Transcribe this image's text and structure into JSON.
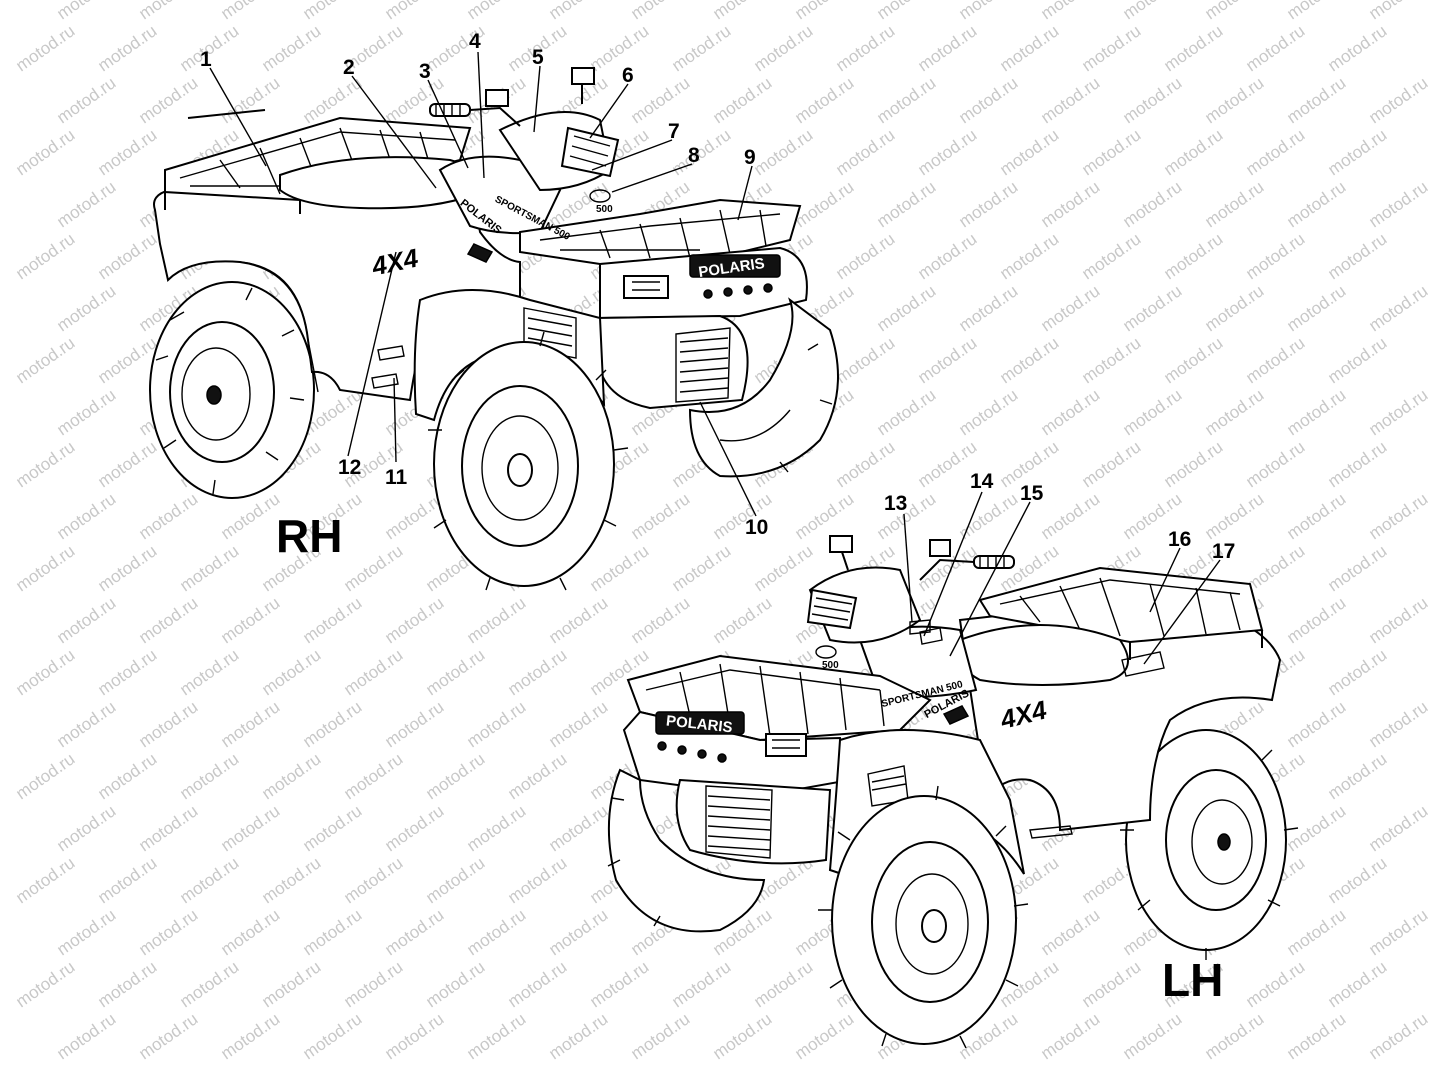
{
  "watermark": {
    "text": "motod.ru"
  },
  "views": [
    {
      "id": "rh",
      "label": "RH"
    },
    {
      "id": "lh",
      "label": "LH"
    }
  ],
  "decals": {
    "brand": "POLARIS",
    "model": "SPORTSMAN 500",
    "drive": "4X4",
    "engine": "500"
  },
  "callouts": [
    {
      "id": "1",
      "label": "1"
    },
    {
      "id": "2",
      "label": "2"
    },
    {
      "id": "3",
      "label": "3"
    },
    {
      "id": "4",
      "label": "4"
    },
    {
      "id": "5",
      "label": "5"
    },
    {
      "id": "6",
      "label": "6"
    },
    {
      "id": "7",
      "label": "7"
    },
    {
      "id": "8",
      "label": "8"
    },
    {
      "id": "9",
      "label": "9"
    },
    {
      "id": "10",
      "label": "10"
    },
    {
      "id": "11",
      "label": "11"
    },
    {
      "id": "12",
      "label": "12"
    },
    {
      "id": "13",
      "label": "13"
    },
    {
      "id": "14",
      "label": "14"
    },
    {
      "id": "15",
      "label": "15"
    },
    {
      "id": "16",
      "label": "16"
    },
    {
      "id": "17",
      "label": "17"
    }
  ]
}
